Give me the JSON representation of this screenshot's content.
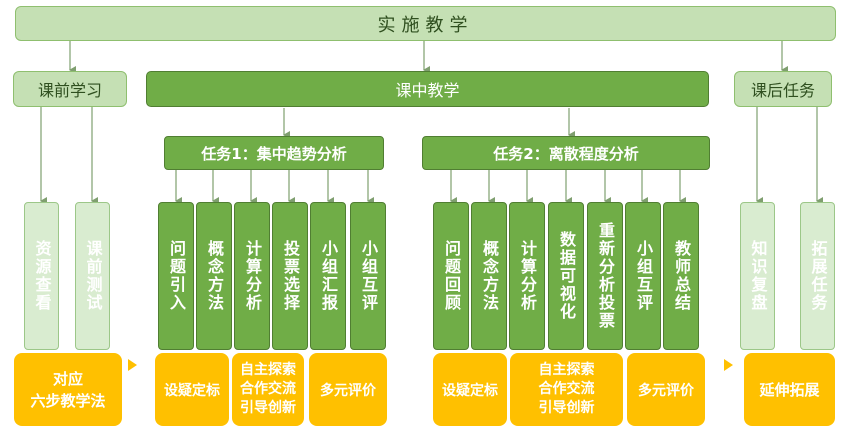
{
  "top": {
    "title": "实施教学"
  },
  "phases": {
    "pre": "课前学习",
    "mid": "课中教学",
    "post": "课后任务"
  },
  "tasks": {
    "task1": "任务1：集中趋势分析",
    "task2": "任务2：离散程度分析"
  },
  "pre_items": [
    "资源查看",
    "课前测试"
  ],
  "task1_items": [
    "问题引入",
    "概念方法",
    "计算分析",
    "投票选择",
    "小组汇报",
    "小组互评"
  ],
  "task2_items": [
    "问题回顾",
    "概念方法",
    "计算分析",
    "数据可视化",
    "重新分析投票",
    "小组互评",
    "教师总结"
  ],
  "post_items": [
    "知识复盘",
    "拓展任务"
  ],
  "bottom": {
    "six_step": "对应\n六步教学法",
    "t1_a": "设疑定标",
    "t1_b": "自主探索\n合作交流\n引导创新",
    "t1_c": "多元评价",
    "t2_a": "设疑定标",
    "t2_b": "自主探索\n合作交流\n引导创新",
    "t2_c": "多元评价",
    "post": "延伸拓展"
  },
  "colors": {
    "dark_green": "#70ad47",
    "light_green": "#c5e0b4",
    "gold": "#ffc000"
  }
}
